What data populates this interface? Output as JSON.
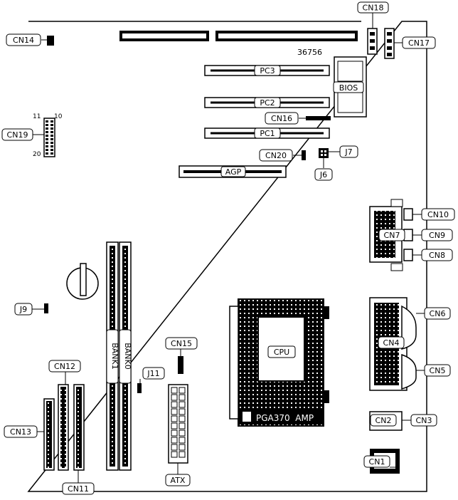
{
  "diagram": {
    "board_code": "36756",
    "callouts": [
      {
        "id": "CN18",
        "text": "CN18"
      },
      {
        "id": "CN14",
        "text": "CN14"
      },
      {
        "id": "CN17",
        "text": "CN17"
      },
      {
        "id": "CN19",
        "text": "CN19"
      },
      {
        "id": "CN16",
        "text": "CN16"
      },
      {
        "id": "CN20",
        "text": "CN20"
      },
      {
        "id": "J7",
        "text": "J7"
      },
      {
        "id": "J6",
        "text": "J6"
      },
      {
        "id": "CN10",
        "text": "CN10"
      },
      {
        "id": "CN7",
        "text": "CN7"
      },
      {
        "id": "CN9",
        "text": "CN9"
      },
      {
        "id": "CN8",
        "text": "CN8"
      },
      {
        "id": "CN6",
        "text": "CN6"
      },
      {
        "id": "CN4",
        "text": "CN4"
      },
      {
        "id": "CN5",
        "text": "CN5"
      },
      {
        "id": "J9",
        "text": "J9"
      },
      {
        "id": "CN15",
        "text": "CN15"
      },
      {
        "id": "CN12",
        "text": "CN12"
      },
      {
        "id": "J11",
        "text": "J11"
      },
      {
        "id": "CN13",
        "text": "CN13"
      },
      {
        "id": "CN11",
        "text": "CN11"
      },
      {
        "id": "ATX",
        "text": "ATX"
      },
      {
        "id": "CN2",
        "text": "CN2"
      },
      {
        "id": "CN3",
        "text": "CN3"
      },
      {
        "id": "CN1",
        "text": "CN1"
      }
    ],
    "slots": {
      "pc3": "PC3",
      "pc2": "PC2",
      "pc1": "PC1",
      "agp": "AGP",
      "bios": "BIOS",
      "cpu": "CPU"
    },
    "socket_text": "PGA370  AMP",
    "bank1": "BANK1",
    "bank0": "BANK0",
    "pin_labels": {
      "p11": "11",
      "p10": "10",
      "p20": "20"
    }
  }
}
